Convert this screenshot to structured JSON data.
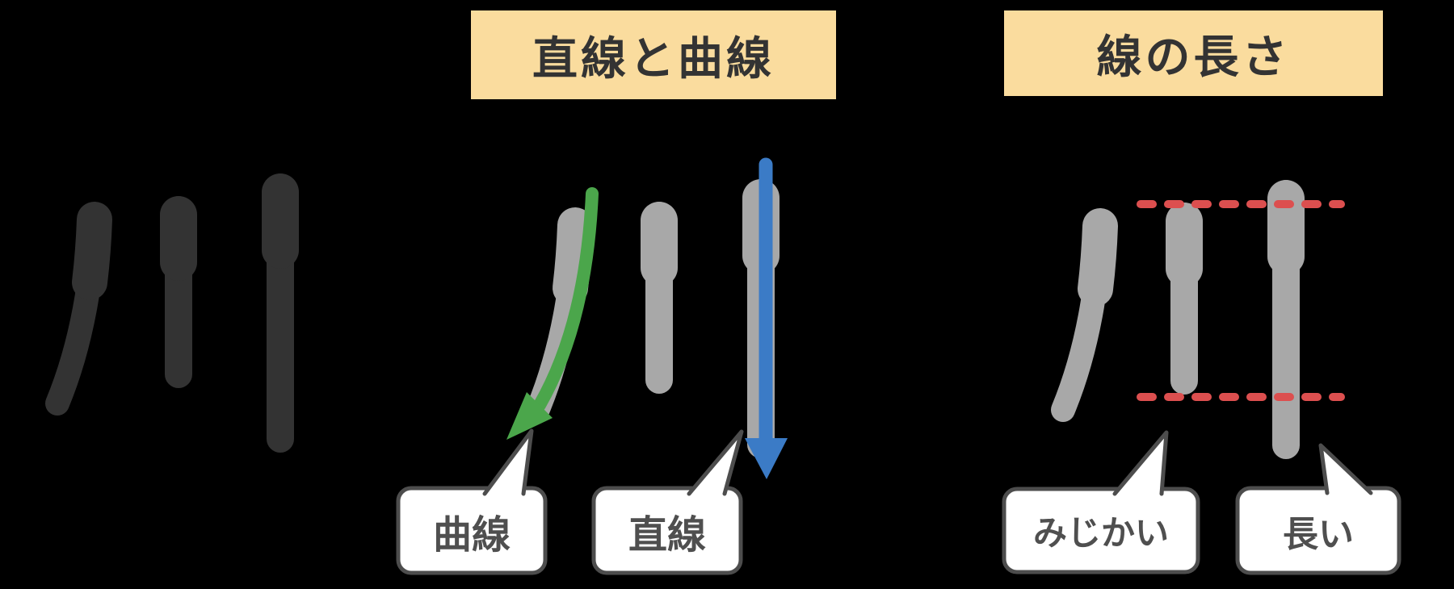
{
  "diagram": {
    "kanji_character": "川",
    "headers": {
      "straight_and_curved": "直線と曲線",
      "line_length": "線の長さ"
    },
    "labels": {
      "curve": "曲線",
      "straight": "直線",
      "short": "みじかい",
      "long": "長い"
    },
    "icons": {
      "green_arrow": "curved-down-left-arrow",
      "blue_arrow": "straight-down-arrow",
      "red_dashes": "stroke-length-guide-dashed-lines"
    }
  },
  "colors": {
    "background": "#000000",
    "headerBg": "#FADC9E",
    "headerText": "#333333",
    "kanjiDark": "#333333",
    "kanjiGray": "#A8A8A8",
    "arrowGreen": "#4BA64B",
    "arrowBlue": "#3B7BC6",
    "dashRed": "#DC4F4F",
    "bubbleBorder": "#4D4D4D",
    "bubbleFill": "#FFFFFF",
    "bubbleText": "#4F4F4F"
  }
}
